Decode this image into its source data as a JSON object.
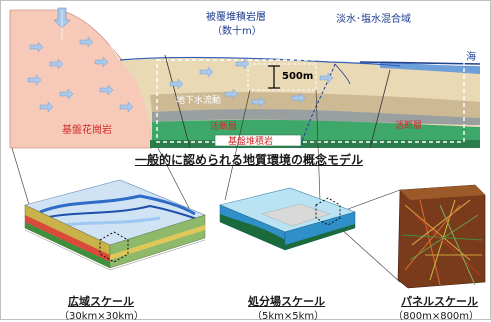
{
  "cross_section": {
    "overburden_label": "被覆堆積岩層",
    "overburden_thickness": "（数十m）",
    "mixing_zone_label": "淡水･塩水混合域",
    "sea_label": "海",
    "depth_scale": "500m",
    "groundwater_flow_label": "地下水流動",
    "fault_label_1": "活断層",
    "fault_label_2": "活断層",
    "basement_sedimentary_label": "基盤堆積岩",
    "basement_granite_label": "基盤花崗岩"
  },
  "main_caption": "一般的に認められる地質環境の概念モデル",
  "scales": [
    {
      "name": "広域スケール",
      "dims": "（30km×30km）"
    },
    {
      "name": "処分場スケール",
      "dims": "（5km×5km）"
    },
    {
      "name": "パネルスケール",
      "dims": "（800m×800m）"
    }
  ],
  "colors": {
    "granite": "#f7c9b9",
    "sediment_tan": "#e9d9b5",
    "green_layer": "#3da86a",
    "grey_layer": "#9aa0a0",
    "label_blue": "#1d3d8f",
    "label_red": "#d02a2a",
    "flow_arrow": "#a9c8ea"
  }
}
